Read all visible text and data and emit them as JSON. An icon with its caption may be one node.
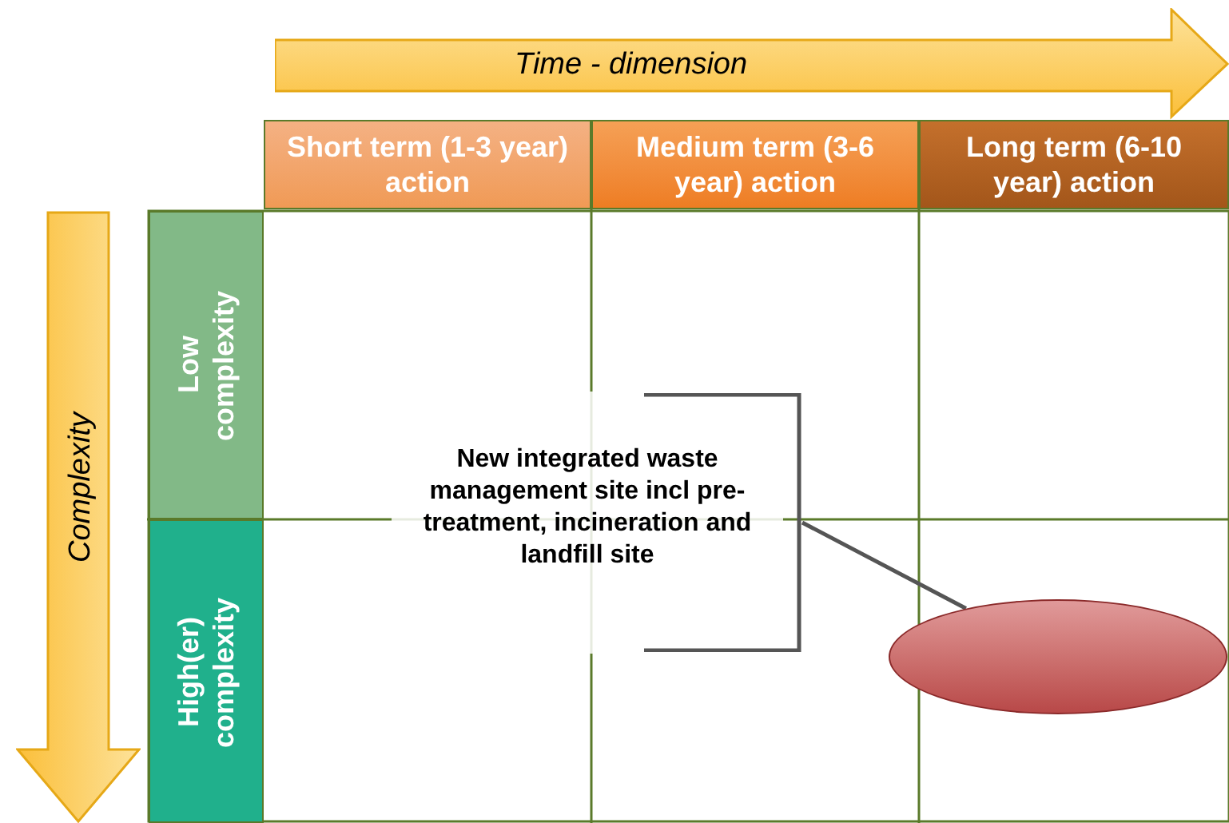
{
  "diagram": {
    "nodes": [
      {
        "text": [
          "Time - dimension"
        ]
      },
      {
        "text": [
          "Short term (1-3 year) action"
        ]
      },
      {
        "text": [
          "Medium term (3-6 year) action"
        ]
      },
      {
        "text": [
          "Long term (6-10 year) action"
        ]
      },
      {
        "text": [
          "Complexity"
        ]
      },
      {
        "text": [
          "Low complexity"
        ]
      },
      {
        "text": [
          "High(er) complexity"
        ]
      },
      {
        "text": [
          "New integrated waste management site incl pre-treatment, incineration and landfill site"
        ]
      },
      {
        "text": [],
        "shape": "ellipse"
      }
    ],
    "edges": [
      {
        "from": 7,
        "to": 8,
        "arrow": "none"
      }
    ]
  }
}
